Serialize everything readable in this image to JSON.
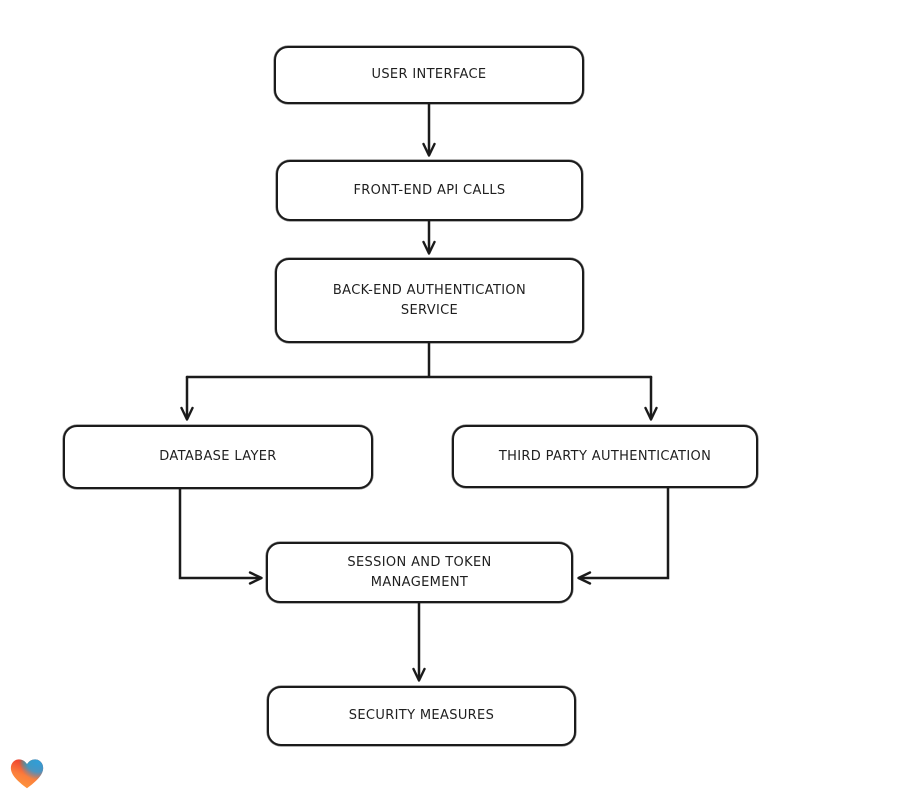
{
  "diagram": {
    "type": "flowchart",
    "nodes": [
      {
        "id": "user-interface",
        "label": "USER INTERFACE"
      },
      {
        "id": "front-end-api-calls",
        "label": "FRONT-END API CALLS"
      },
      {
        "id": "back-end-authentication-service",
        "label": "BACK-END AUTHENTICATION SERVICE"
      },
      {
        "id": "database-layer",
        "label": "DATABASE LAYER"
      },
      {
        "id": "third-party-authentication",
        "label": "THIRD PARTY AUTHENTICATION"
      },
      {
        "id": "session-and-token-management",
        "label": "SESSION AND TOKEN MANAGEMENT"
      },
      {
        "id": "security-measures",
        "label": "SECURITY MEASURES"
      }
    ],
    "edges": [
      {
        "from": "user-interface",
        "to": "front-end-api-calls"
      },
      {
        "from": "front-end-api-calls",
        "to": "back-end-authentication-service"
      },
      {
        "from": "back-end-authentication-service",
        "to": "database-layer"
      },
      {
        "from": "back-end-authentication-service",
        "to": "third-party-authentication"
      },
      {
        "from": "database-layer",
        "to": "session-and-token-management"
      },
      {
        "from": "third-party-authentication",
        "to": "session-and-token-management"
      },
      {
        "from": "session-and-token-management",
        "to": "security-measures"
      }
    ],
    "style": {
      "node_fill": "#ffffff",
      "node_stroke": "#1b1b1b",
      "connector_color": "#1b1b1b",
      "background": "#ffffff"
    }
  },
  "logo": {
    "name": "lovable-heart-logo",
    "colors": {
      "red": "#ee382c",
      "blue": "#2f9fd8",
      "teal": "#35a06b",
      "orange": "#ffa13a"
    }
  }
}
